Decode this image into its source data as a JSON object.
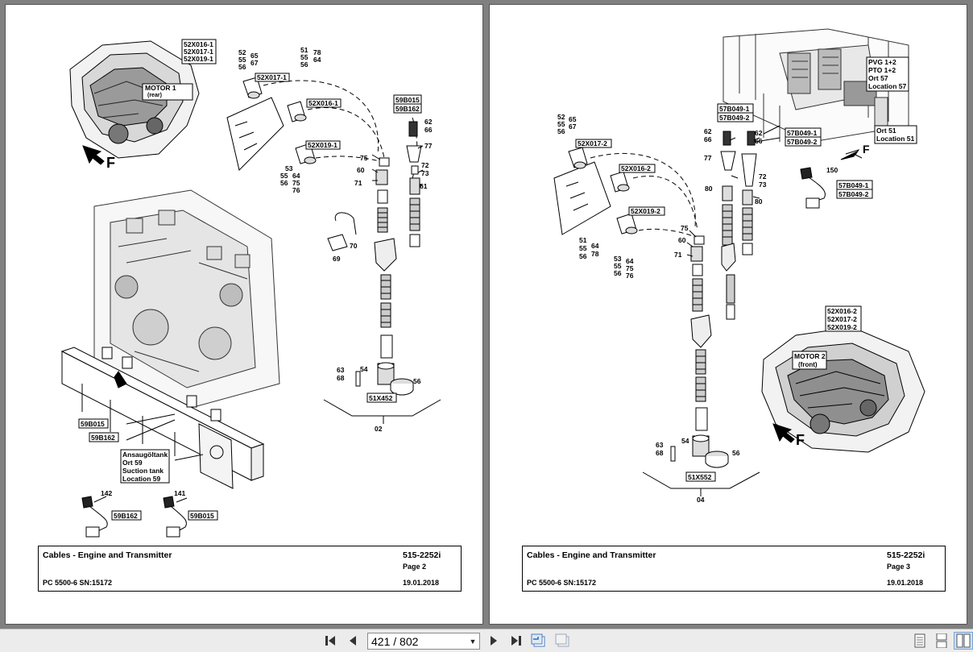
{
  "pages": [
    {
      "title": "Cables - Engine and Transmitter",
      "doc_no": "515-2252i",
      "page_label": "Page 2",
      "model": "PC 5500-6 SN:15172",
      "date": "19.01.2018",
      "motor_label": [
        "MOTOR 1",
        "(rear)"
      ],
      "connector_stack": [
        "52X016-1",
        "52X017-1",
        "52X019-1"
      ],
      "plug_labels": [
        "52X017-1",
        "52X016-1",
        "52X019-1"
      ],
      "sensor_stack": [
        "59B015",
        "59B162"
      ],
      "conn_ref": "51X452",
      "assembly_no": "02",
      "sensor_refs": [
        "59B015",
        "59B162"
      ],
      "tank_note": [
        "Ansaugöltank",
        "Ort 59",
        "Suction tank",
        "Location 59"
      ],
      "bottom_sensors": [
        {
          "num": "142",
          "label": "59B162"
        },
        {
          "num": "141",
          "label": "59B015"
        }
      ],
      "direction": "F",
      "callouts": {
        "a": [
          "52",
          "55",
          "56"
        ],
        "b": [
          "65",
          "67"
        ],
        "c": [
          "51",
          "55",
          "56"
        ],
        "d": [
          "78",
          "64"
        ],
        "e": [
          "53",
          "55",
          "56"
        ],
        "f": [
          "64",
          "75",
          "76"
        ],
        "n62": "62",
        "n66": "66",
        "n77": "77",
        "n72": "72",
        "n73": "73",
        "n61": "61",
        "n75": "75",
        "n60": "60",
        "n71": "71",
        "n70": "70",
        "n69": "69",
        "n63": "63",
        "n68": "68",
        "n54": "54",
        "n56": "56"
      }
    },
    {
      "title": "Cables - Engine and Transmitter",
      "doc_no": "515-2252i",
      "page_label": "Page 3",
      "model": "PC 5500-6 SN:15172",
      "date": "19.01.2018",
      "motor_label": [
        "MOTOR 2",
        "(front)"
      ],
      "connector_stack": [
        "52X016-2",
        "52X017-2",
        "52X019-2"
      ],
      "plug_labels": [
        "52X017-2",
        "52X016-2",
        "52X019-2"
      ],
      "sensor_stack_a": [
        "57B049-1",
        "57B049-2"
      ],
      "sensor_stack_b": [
        "57B049-1",
        "57B049-2"
      ],
      "sensor_stack_c": [
        "57B049-1",
        "57B049-2"
      ],
      "pvg_note": [
        "PVG 1+2",
        "PTO 1+2",
        "Ort 57",
        "Location 57"
      ],
      "ort_note": [
        "Ort 51",
        "Location 51"
      ],
      "conn_ref": "51X552",
      "assembly_no": "04",
      "direction": "F",
      "callouts": {
        "a": [
          "52",
          "55",
          "56"
        ],
        "b": [
          "65",
          "67"
        ],
        "c": [
          "51",
          "55",
          "56"
        ],
        "d": [
          "64",
          "78"
        ],
        "e": [
          "53",
          "55",
          "56"
        ],
        "f": [
          "64",
          "75",
          "76"
        ],
        "n62a": "62",
        "n66a": "66",
        "n62b": "62",
        "n66b": "66",
        "n77": "77",
        "n72": "72",
        "n73": "73",
        "n80a": "80",
        "n80b": "80",
        "n75": "75",
        "n60": "60",
        "n71": "71",
        "n150": "150",
        "n63": "63",
        "n68": "68",
        "n54": "54",
        "n56": "56"
      }
    }
  ],
  "toolbar": {
    "page_indicator": "421 / 802"
  }
}
